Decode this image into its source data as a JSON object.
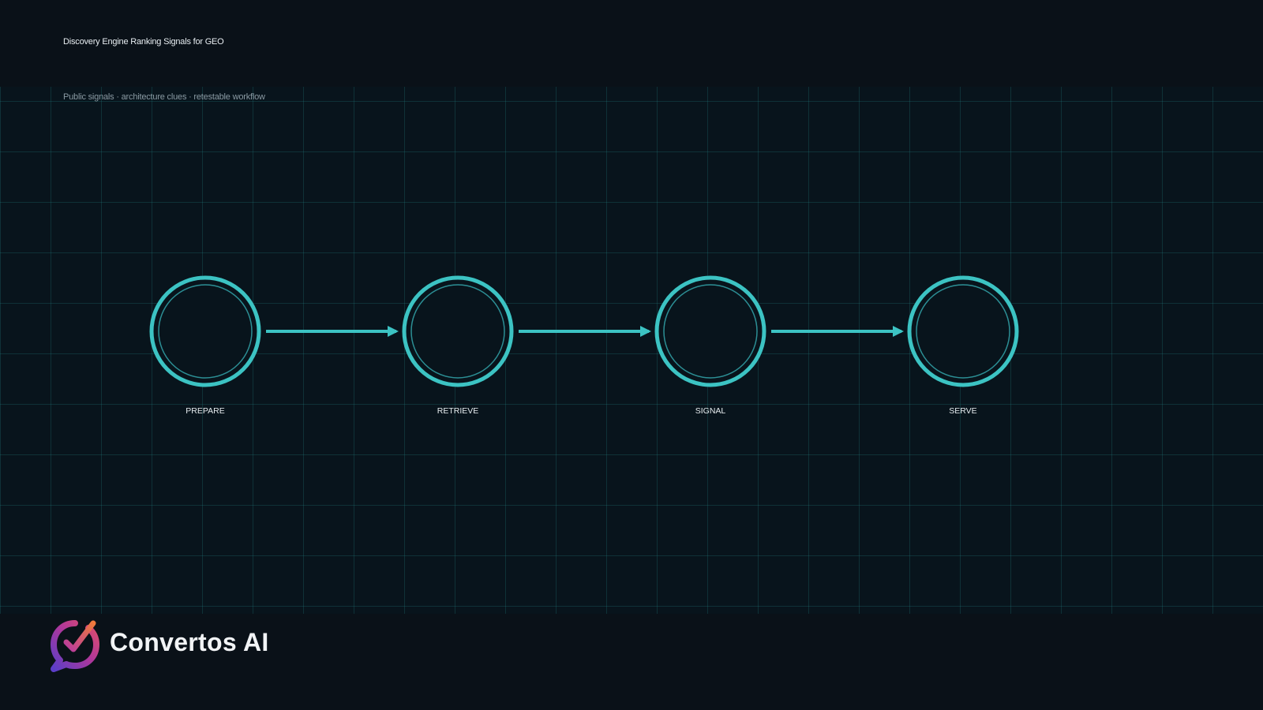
{
  "header": {
    "title": "Discovery Engine Ranking Signals for GEO",
    "subtitle": "Public signals · architecture clues · retestable workflow"
  },
  "diagram": {
    "steps": [
      {
        "label": "PREPARE"
      },
      {
        "label": "RETRIEVE"
      },
      {
        "label": "SIGNAL"
      },
      {
        "label": "SERVE"
      }
    ],
    "accent_color": "#3cc3c3",
    "inner_ring_color": "#2c8f95"
  },
  "footer": {
    "brand": "Convertos AI",
    "logo_icon": "chat-bubble-checkmark-icon"
  }
}
